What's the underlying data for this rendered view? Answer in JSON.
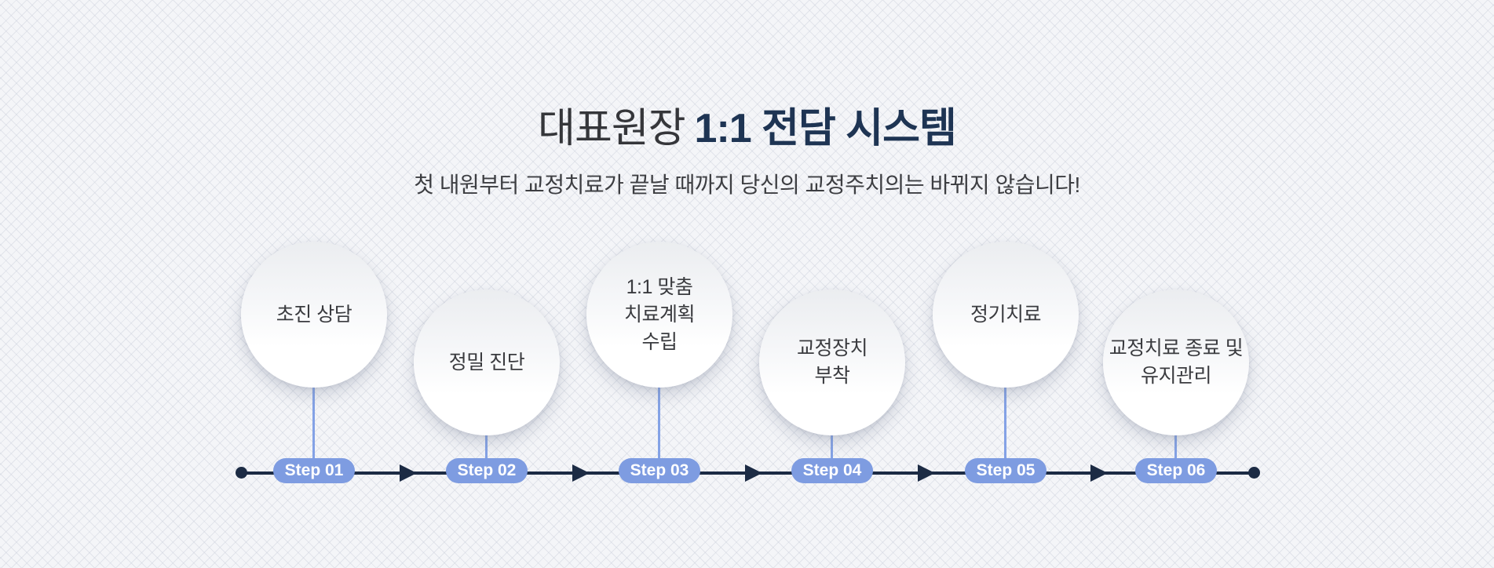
{
  "header": {
    "title_prefix": "대표원장",
    "title_emphasis": "1:1 전담 시스템",
    "subtitle": "첫 내원부터 교정치료가 끝날 때까지 당신의 교정주치의는 바뀌지 않습니다!"
  },
  "colors": {
    "background": "#f4f5f8",
    "pattern_line": "#cbd0db",
    "timeline_navy": "#1c2b44",
    "badge_blue": "#7e9ce1",
    "connector_blue": "#84a2e6",
    "title_emphasis_navy": "#1e3453",
    "body_text": "#3a3b3f"
  },
  "timeline": {
    "steps": [
      {
        "badge": "Step 01",
        "lines": [
          "초진 상담"
        ]
      },
      {
        "badge": "Step 02",
        "lines": [
          "정밀 진단"
        ]
      },
      {
        "badge": "Step 03",
        "lines": [
          "1:1 맞춤",
          "치료계획",
          "수립"
        ]
      },
      {
        "badge": "Step 04",
        "lines": [
          "교정장치",
          "부착"
        ]
      },
      {
        "badge": "Step 05",
        "lines": [
          "정기치료"
        ]
      },
      {
        "badge": "Step 06",
        "lines": [
          "교정치료 종료 및",
          "유지관리"
        ]
      }
    ]
  }
}
